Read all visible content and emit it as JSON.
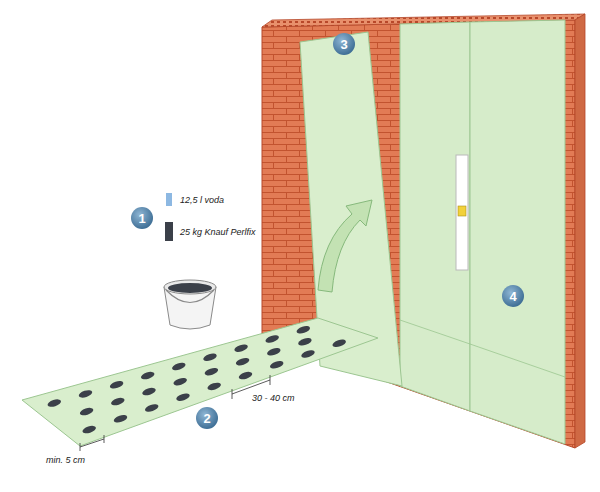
{
  "diagram": {
    "labels": [
      "3",
      "1",
      "4",
      "2",
      "30 - 40 cm",
      "min. 5 cm"
    ],
    "legend": [
      {
        "text": "12,5 l voda",
        "color": "#8db8e2"
      },
      {
        "text": "25 kg Knauf Perlfix",
        "color": "#3b4049"
      }
    ]
  }
}
